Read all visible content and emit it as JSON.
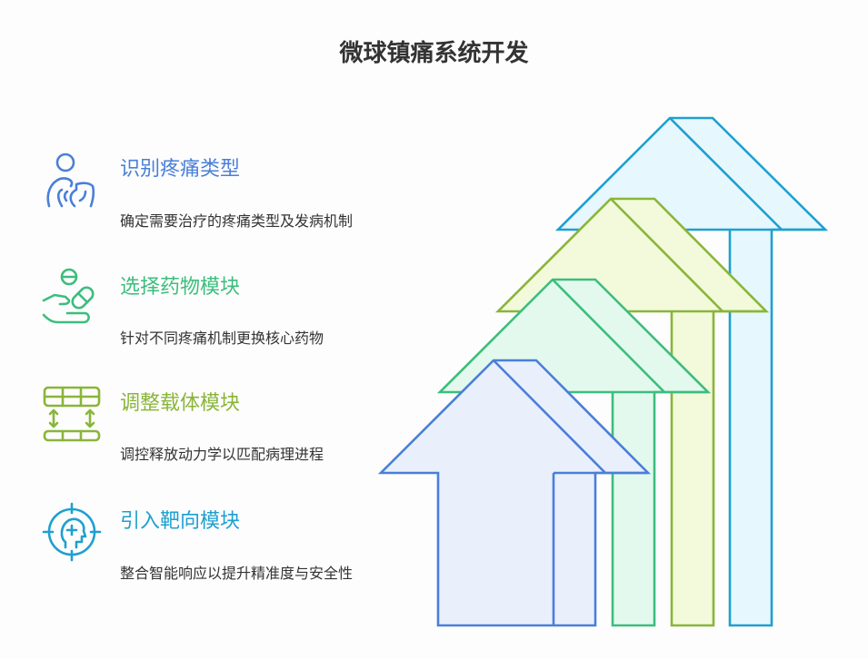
{
  "title": "微球镇痛系统开发",
  "steps": [
    {
      "heading": "识别疼痛类型",
      "description": "确定需要治疗的疼痛类型及发病机制",
      "color": "#4a7fd8",
      "icon": "patient-pain-icon"
    },
    {
      "heading": "选择药物模块",
      "description": "针对不同疼痛机制更换核心药物",
      "color": "#3dbd7d",
      "icon": "hand-pills-icon"
    },
    {
      "heading": "调整载体模块",
      "description": "调控释放动力学以匹配病理进程",
      "color": "#8ab53a",
      "icon": "adjust-grid-icon"
    },
    {
      "heading": "引入靶向模块",
      "description": "整合智能响应以提升精准度与安全性",
      "color": "#1ea0d0",
      "icon": "target-head-icon"
    }
  ]
}
